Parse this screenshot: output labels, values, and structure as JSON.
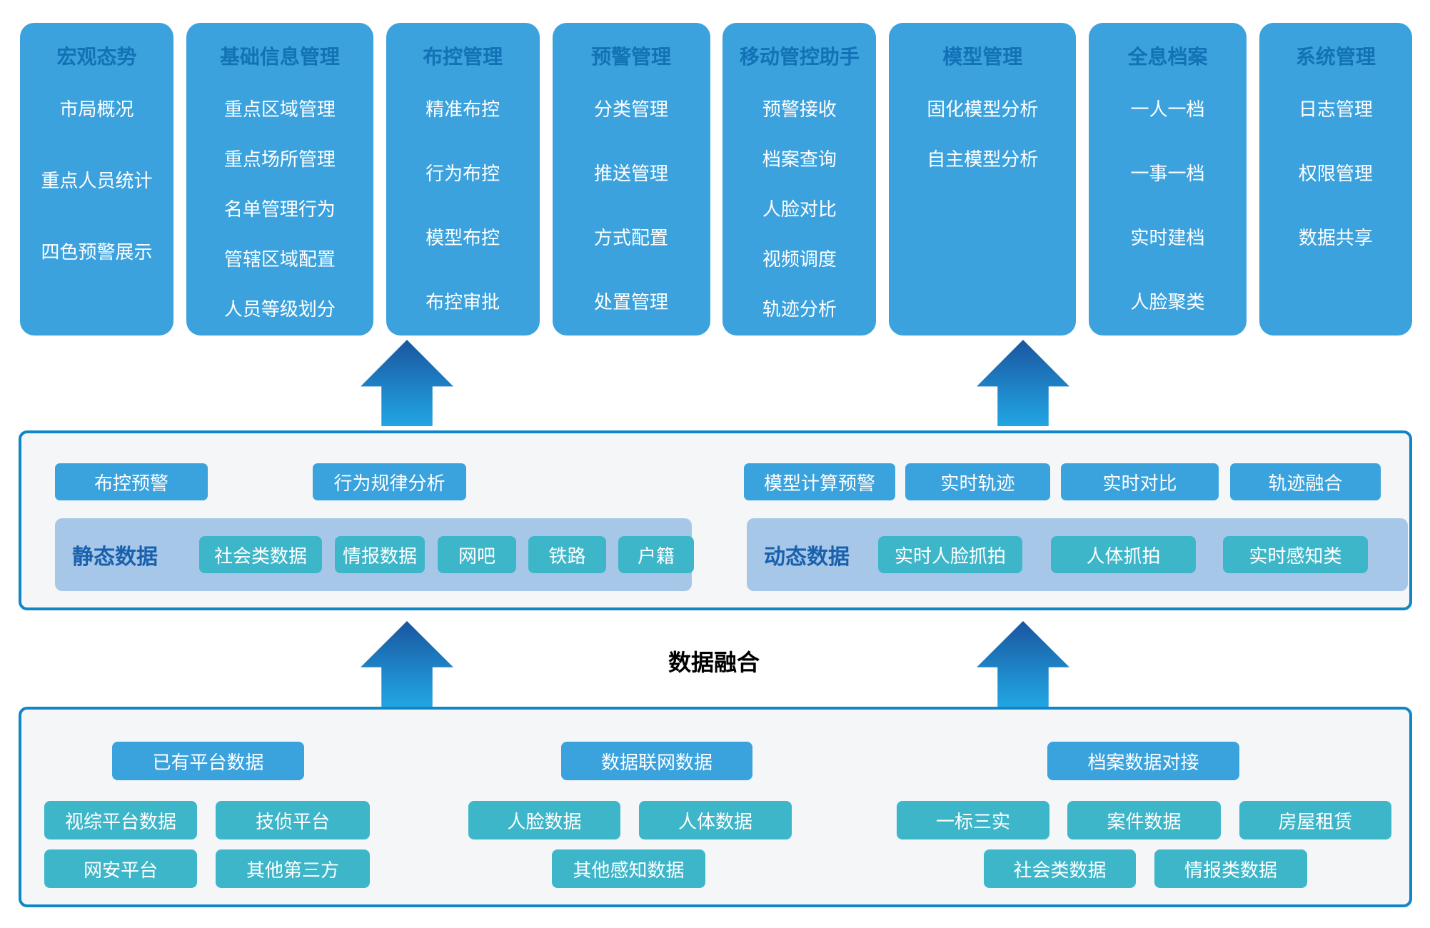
{
  "top_columns": [
    {
      "title": "宏观态势",
      "items": [
        "市局概况",
        "重点人员统计",
        "四色预警展示"
      ]
    },
    {
      "title": "基础信息管理",
      "items": [
        "重点区域管理",
        "重点场所管理",
        "名单管理行为",
        "管辖区域配置",
        "人员等级划分"
      ]
    },
    {
      "title": "布控管理",
      "items": [
        "精准布控",
        "行为布控",
        "模型布控",
        "布控审批"
      ]
    },
    {
      "title": "预警管理",
      "items": [
        "分类管理",
        "推送管理",
        "方式配置",
        "处置管理"
      ]
    },
    {
      "title": "移动管控助手",
      "items": [
        "预警接收",
        "档案查询",
        "人脸对比",
        "视频调度",
        "轨迹分析"
      ]
    },
    {
      "title": "模型管理",
      "items": [
        "固化模型分析",
        "自主模型分析"
      ]
    },
    {
      "title": "全息档案",
      "items": [
        "一人一档",
        "一事一档",
        "实时建档",
        "人脸聚类"
      ]
    },
    {
      "title": "系统管理",
      "items": [
        "日志管理",
        "权限管理",
        "数据共享"
      ]
    }
  ],
  "analysis": {
    "left_buttons": [
      "布控预警",
      "行为规律分析"
    ],
    "right_buttons": [
      "模型计算预警",
      "实时轨迹",
      "实时对比",
      "轨迹融合"
    ],
    "static": {
      "label": "静态数据",
      "chips": [
        "社会类数据",
        "情报数据",
        "网吧",
        "铁路",
        "户籍"
      ]
    },
    "dynamic": {
      "label": "动态数据",
      "chips": [
        "实时人脸抓拍",
        "人体抓拍",
        "实时感知类"
      ]
    }
  },
  "fusion": {
    "label": "数据融合"
  },
  "sources": {
    "groups": [
      {
        "header": "已有平台数据",
        "row1": [
          "视综平台数据",
          "技侦平台"
        ],
        "row2": [
          "网安平台",
          "其他第三方"
        ]
      },
      {
        "header": "数据联网数据",
        "row1": [
          "人脸数据",
          "人体数据"
        ],
        "row2": [
          "其他感知数据"
        ]
      },
      {
        "header": "档案数据对接",
        "row1": [
          "一标三实",
          "案件数据",
          "房屋租赁"
        ],
        "row2": [
          "社会类数据",
          "情报类数据"
        ]
      }
    ]
  },
  "colors": {
    "column_bg": "#3ba2dd",
    "column_title": "#1272b5",
    "panel_border": "#0f86c8",
    "panel_bg": "#f4f6f8",
    "band_bg": "#a7c7e9",
    "band_label": "#1a61ad",
    "teal_chip": "#3eb6c9",
    "blue_chip": "#3aa2dd",
    "arrow_gradient_top": "#1a559f",
    "arrow_gradient_bottom": "#22a5e2",
    "fusion_text": "#000000"
  }
}
